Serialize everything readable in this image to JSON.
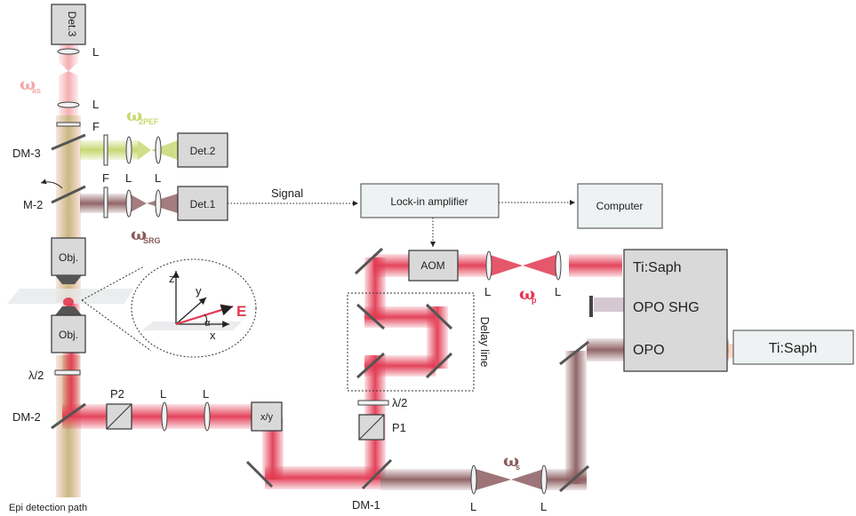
{
  "detectors": {
    "det3": "Det.3",
    "det2": "Det.2",
    "det1": "Det.1"
  },
  "boxes": {
    "lockin": "Lock-in amplifier",
    "computer": "Computer",
    "aom": "AOM",
    "xy": "x/y",
    "objective_top": "Obj.",
    "objective_bottom": "Obj.",
    "laser_box": {
      "ti_saph": "Ti:Saph",
      "opo_shg": "OPO SHG",
      "opo": "OPO"
    },
    "ti_saph_external": "Ti:Saph"
  },
  "labels": {
    "signal": "Signal",
    "lens": "L",
    "filter": "F",
    "dm3": "DM-3",
    "m2": "M-2",
    "dm2": "DM-2",
    "dm1": "DM-1",
    "half_wave": "λ/2",
    "p1": "P1",
    "p2": "P2",
    "delay_line": "Delay line",
    "epi": "Epi detection path",
    "axis_x": "x",
    "axis_y": "y",
    "axis_z": "z",
    "alpha": "α",
    "field": "E"
  },
  "frequencies": {
    "as": {
      "symbol": "ω",
      "sub": "as",
      "color": "#f4a6a6"
    },
    "tpef": {
      "symbol": "ω",
      "sub": "2PEF",
      "color": "#c8d86a"
    },
    "srg": {
      "symbol": "ω",
      "sub": "SRG",
      "color": "#8a5a5a"
    },
    "p": {
      "symbol": "ω",
      "sub": "p",
      "color": "#e8344f"
    },
    "s": {
      "symbol": "ω",
      "sub": "s",
      "color": "#8a5a5a"
    }
  },
  "colors": {
    "pump": "#e23a52",
    "stokes": "#8c5d60",
    "tpef": "#c5d66c",
    "antistokes": "#f3a0a5",
    "box_fill": "#d9d9d9"
  }
}
